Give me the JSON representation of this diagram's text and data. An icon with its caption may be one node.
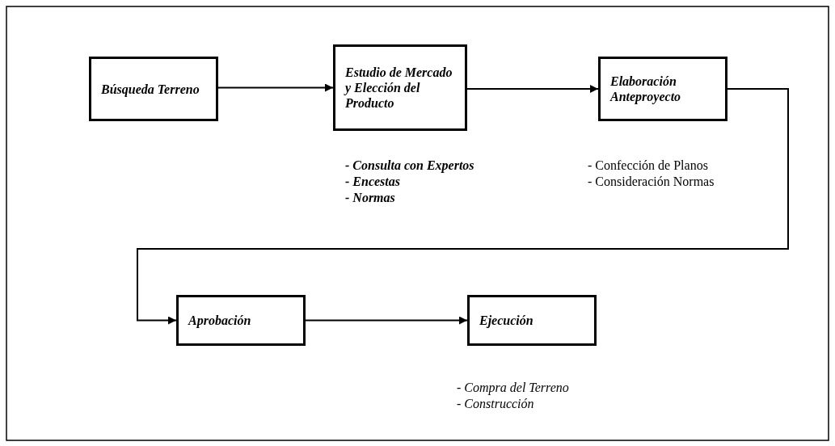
{
  "diagram": {
    "nodes": [
      {
        "text": [
          "Búsqueda Terreno"
        ]
      },
      {
        "text": [
          "Estudio  de Mercado y Elección del Producto"
        ],
        "beside": [
          "- Consulta con Expertos",
          "- Encestas",
          "- Normas"
        ]
      },
      {
        "text": [
          "Elaboración Anteproyecto"
        ],
        "beside": [
          "- Confección de Planos",
          "- Consideración Normas"
        ]
      },
      {
        "text": [
          "Aprobación"
        ]
      },
      {
        "text": [
          "Ejecución"
        ],
        "beside": [
          "- Compra del Terreno",
          "- Construcción"
        ]
      }
    ],
    "edges": [
      {
        "from": 0,
        "to": 1,
        "arrow": "to"
      },
      {
        "from": 1,
        "to": 2,
        "arrow": "to"
      },
      {
        "from": 2,
        "to": 3,
        "arrow": "to"
      },
      {
        "from": 3,
        "to": 4,
        "arrow": "to"
      }
    ]
  }
}
